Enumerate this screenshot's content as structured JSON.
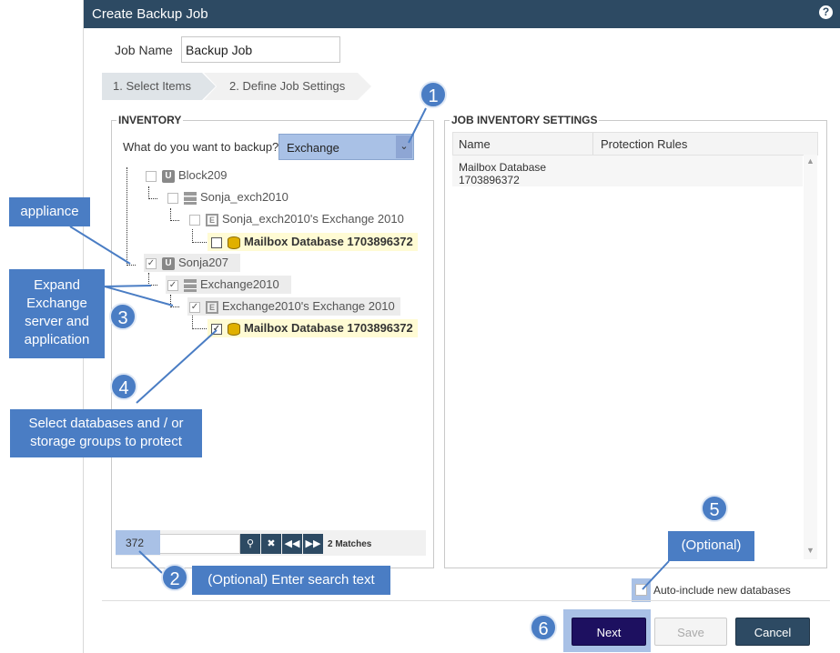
{
  "dialog": {
    "title": "Create Backup Job",
    "help": "?"
  },
  "job": {
    "label": "Job Name",
    "value": "Backup Job"
  },
  "steps": [
    {
      "label": "1. Select Items"
    },
    {
      "label": "2. Define Job Settings"
    }
  ],
  "inventory": {
    "legend": "INVENTORY",
    "question": "What do you want to backup?",
    "selected": "Exchange",
    "tree": [
      {
        "label": "Block209"
      },
      {
        "label": "Sonja_exch2010"
      },
      {
        "label": "Sonja_exch2010's Exchange 2010"
      },
      {
        "label": "Mailbox Database 1703896372"
      },
      {
        "label": "Sonja207"
      },
      {
        "label": "Exchange2010"
      },
      {
        "label": "Exchange2010's Exchange 2010"
      },
      {
        "label": "Mailbox Database 1703896372"
      }
    ]
  },
  "settings": {
    "legend": "JOB INVENTORY SETTINGS",
    "columns": [
      "Name",
      "Protection Rules"
    ],
    "rows": [
      {
        "name_line1": "Mailbox Database",
        "name_line2": "1703896372"
      }
    ]
  },
  "search": {
    "value": "372",
    "matches": "2 Matches"
  },
  "auto_include": {
    "label": "Auto-include new databases"
  },
  "buttons": {
    "next": "Next",
    "save": "Save",
    "cancel": "Cancel"
  },
  "callouts": {
    "appliance": "appliance",
    "expand": [
      "Expand",
      "Exchange",
      "server and",
      "application"
    ],
    "select": [
      "Select databases and / or",
      "storage groups to protect"
    ],
    "optional_search": "(Optional) Enter search text",
    "optional": "(Optional)",
    "numbers": [
      "1",
      "2",
      "3",
      "4",
      "5",
      "6"
    ]
  },
  "colors": {
    "titlebar": "#2d4a63",
    "callout": "#4a7dc4",
    "next": "#1d1060"
  }
}
